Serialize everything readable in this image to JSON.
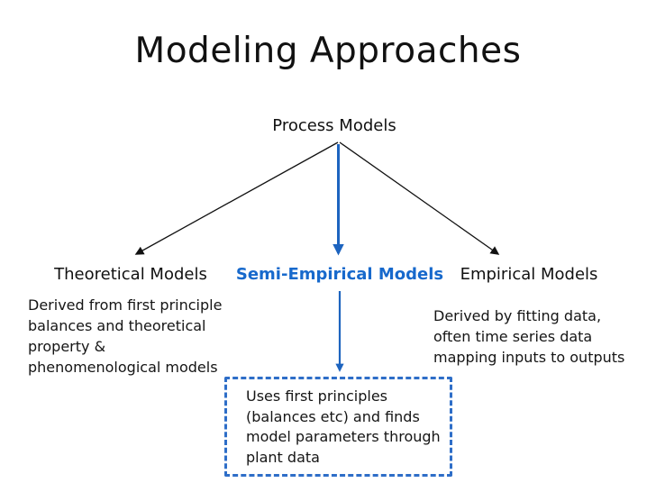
{
  "slide": {
    "title": "Modeling Approaches",
    "root": {
      "label": "Process Models"
    },
    "branches": [
      {
        "id": "theoretical",
        "label": "Theoretical Models",
        "description": "Derived from first principle\nbalances and theoretical\nproperty &\nphenomenological models"
      },
      {
        "id": "semi-empirical",
        "label": "Semi-Empirical Models",
        "description": "Uses first principles\n(balances etc) and finds\nmodel parameters through\nplant data"
      },
      {
        "id": "empirical",
        "label": "Empirical Models",
        "description": "Derived by fitting data,\noften time series data\nmapping inputs to outputs"
      }
    ],
    "colors": {
      "accent_blue_text": "#1769cc",
      "arrow_blue": "#1d64bf",
      "dashed_border_blue": "#2e6ec8",
      "arrow_black": "#111111",
      "background": "#ffffff"
    }
  }
}
